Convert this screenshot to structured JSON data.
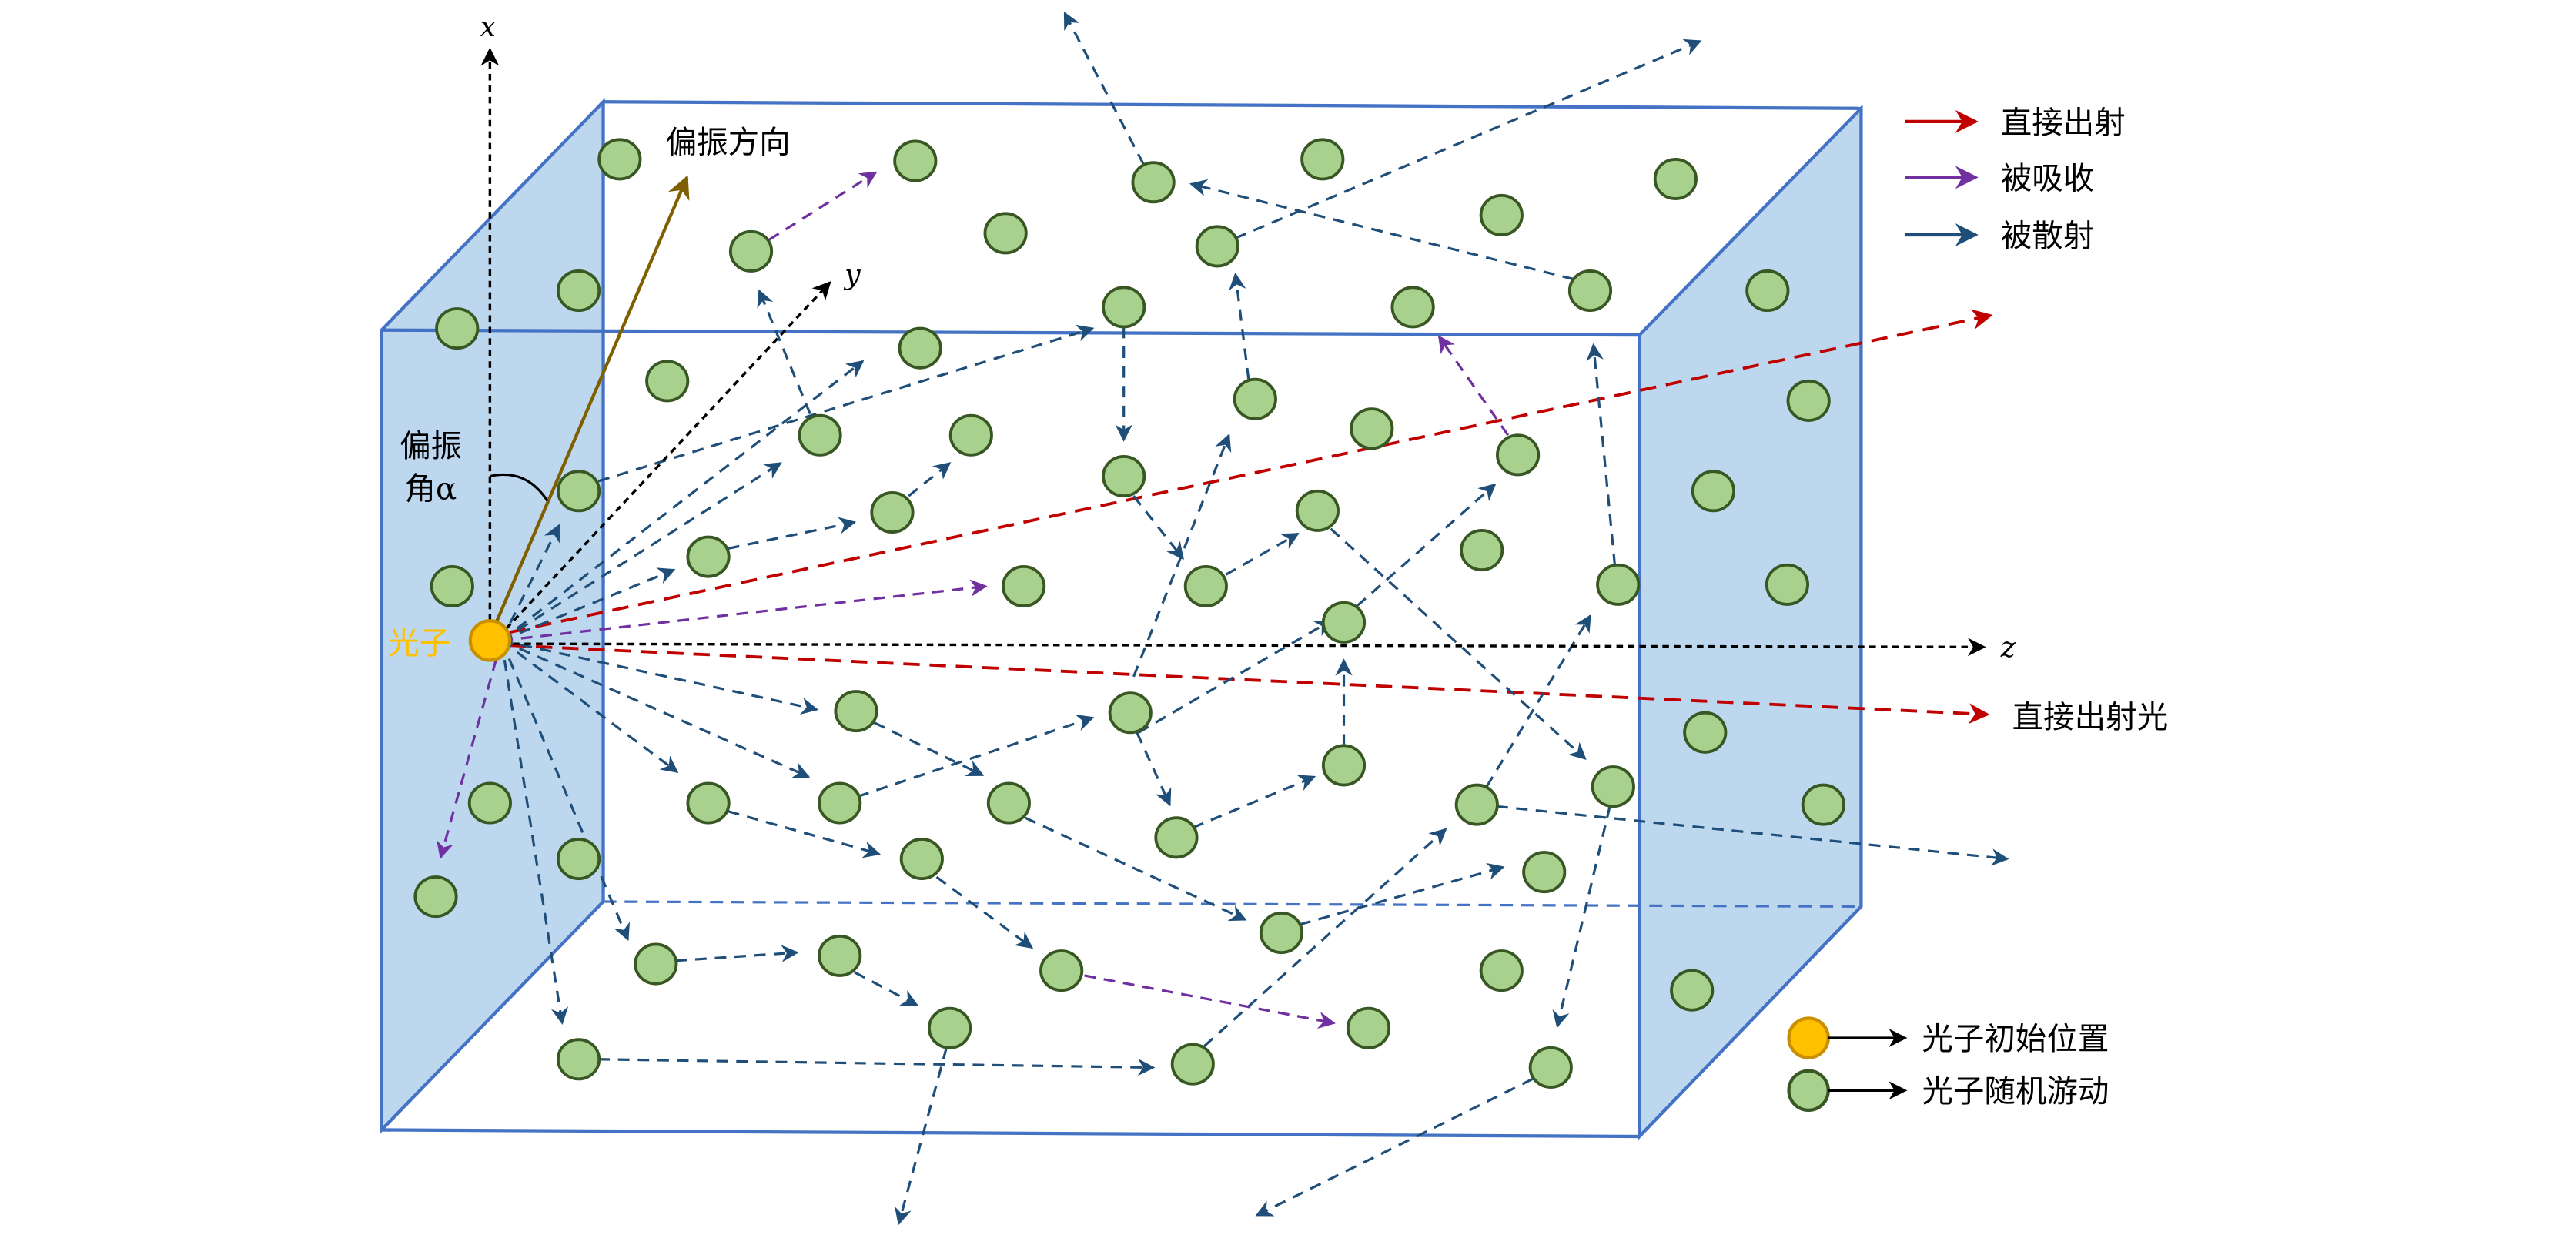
{
  "axes": {
    "x": "x",
    "y": "y",
    "z": "z"
  },
  "labels": {
    "polarization_direction": "偏振方向",
    "polarization_angle_line1": "偏振",
    "polarization_angle_line2": "角α",
    "photon": "光子",
    "direct_exit_light": "直接出射光"
  },
  "legend_top": [
    {
      "label": "直接出射",
      "color": "#c00000"
    },
    {
      "label": "被吸收",
      "color": "#7030a0"
    },
    {
      "label": "被散射",
      "color": "#1f4e79"
    }
  ],
  "legend_bottom": [
    {
      "label": "光子初始位置",
      "color": "#ffc000"
    },
    {
      "label": "光子随机游动",
      "color": "#a9d18e"
    }
  ],
  "colors": {
    "box_edge": "#4472c4",
    "side_face": "#bdd7ee",
    "particle_fill": "#a9d18e",
    "particle_stroke": "#385723",
    "photon_fill": "#ffc000",
    "photon_stroke": "#c89000",
    "polarization": "#7f6000"
  }
}
